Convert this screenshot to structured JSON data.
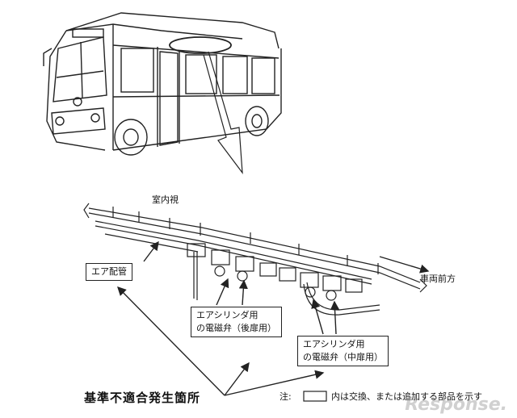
{
  "labels": {
    "interior_view": "室内視",
    "vehicle_front": "車両前方",
    "air_piping": "エア配管",
    "valve_rear_line1": "エアシリンダ用",
    "valve_rear_line2": "の電磁弁（後扉用）",
    "valve_mid_line1": "エアシリンダ用",
    "valve_mid_line2": "の電磁弁（中扉用）",
    "nonconformity_location": "基準不適合発生箇所",
    "note_prefix": "注:",
    "note_text": "内は交換、または追加する部品を示す"
  },
  "watermark": "Response.",
  "colors": {
    "line": "#222222",
    "background": "#ffffff"
  }
}
